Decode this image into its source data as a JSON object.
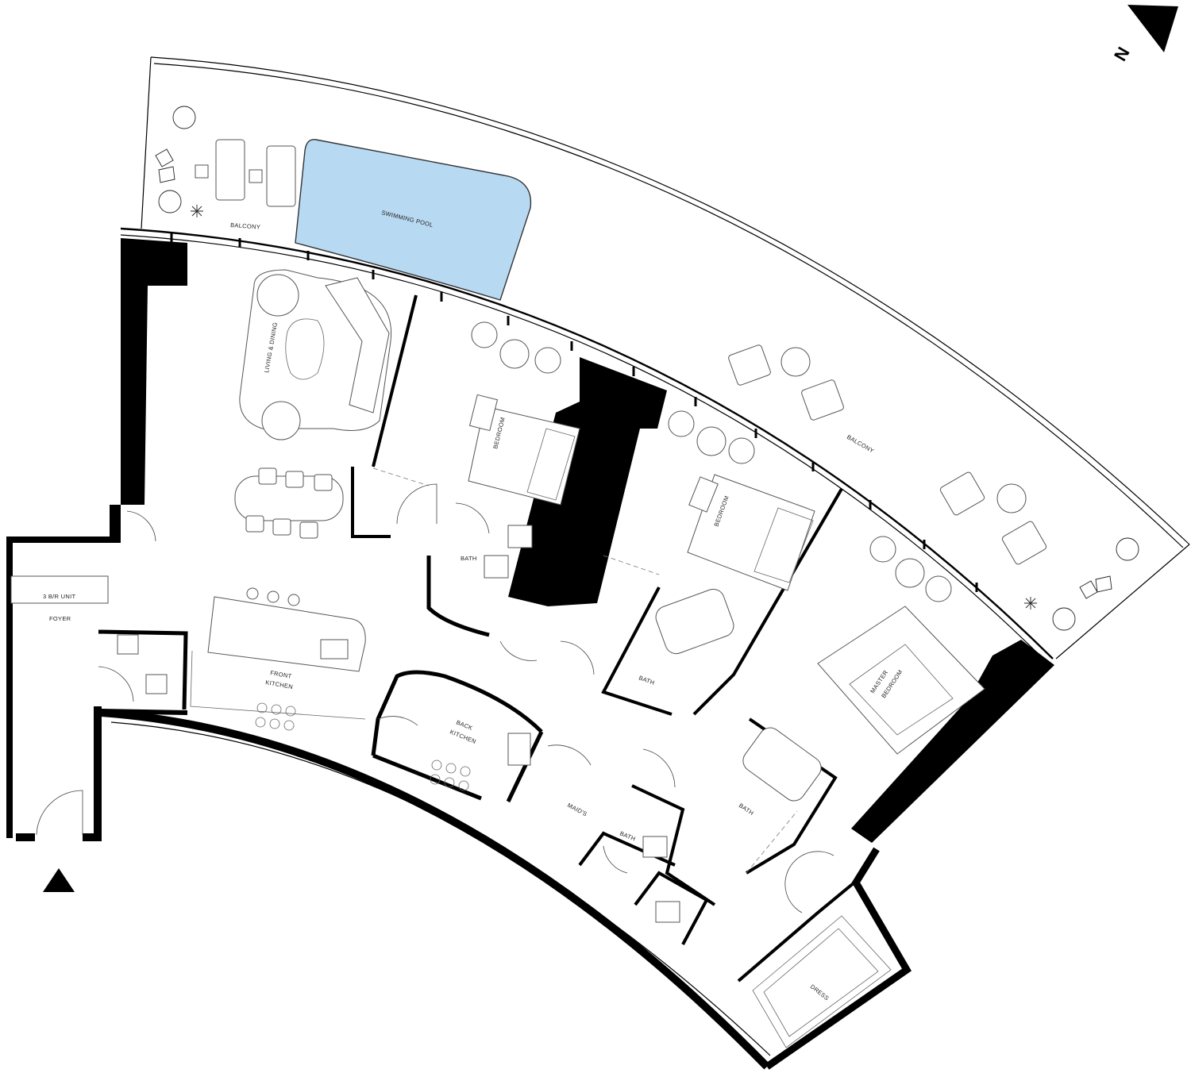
{
  "labels": {
    "balcony_left": "BALCONY",
    "swimming_pool": "SWIMMING POOL",
    "living_dining": "LIVING & DINING",
    "bedroom_1": "BEDROOM",
    "bedroom_2": "BEDROOM",
    "balcony_right": "BALCONY",
    "master_bedroom_line1": "MASTER",
    "master_bedroom_line2": "BEDROOM",
    "unit_name": "3 B/R UNIT",
    "foyer": "FOYER",
    "front_kitchen_line1": "FRONT",
    "front_kitchen_line2": "KITCHEN",
    "bath_1": "BATH",
    "bath_2": "BATH",
    "bath_3": "BATH",
    "bath_4": "BATH",
    "back_kitchen_line1": "BACK",
    "back_kitchen_line2": "KITCHEN",
    "maids": "MAID'S",
    "dress": "DRESS"
  },
  "north_label": "N",
  "colors": {
    "pool": "#b8d9f2",
    "wall": "#000000",
    "background": "#ffffff"
  },
  "icons": {
    "north_arrow": "north-arrow-icon",
    "entry_arrow": "entry-arrow-icon"
  }
}
